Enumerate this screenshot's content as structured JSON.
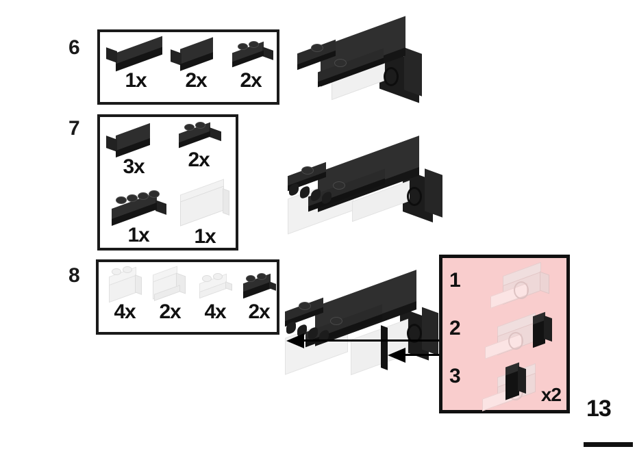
{
  "page": {
    "number": "13",
    "accent_pink": "#f9cdcd",
    "ink": "#111111",
    "background": "#ffffff"
  },
  "steps": [
    {
      "number": "6",
      "parts": [
        {
          "qty": "1x",
          "icon": "lego-tile-1x4-black",
          "color": "black"
        },
        {
          "qty": "2x",
          "icon": "lego-tile-2x2-black",
          "color": "black"
        },
        {
          "qty": "2x",
          "icon": "lego-hinge-plate-1x2-black",
          "color": "black"
        }
      ]
    },
    {
      "number": "7",
      "parts": [
        {
          "qty": "3x",
          "icon": "lego-tile-2x2-black",
          "color": "black"
        },
        {
          "qty": "2x",
          "icon": "lego-hinge-plate-1x2-black",
          "color": "black"
        },
        {
          "qty": "1x",
          "icon": "lego-hinge-plate-1x4-black",
          "color": "black"
        },
        {
          "qty": "1x",
          "icon": "lego-panel-1x4x1-transparent",
          "color": "transparent"
        }
      ]
    },
    {
      "number": "8",
      "parts": [
        {
          "qty": "4x",
          "icon": "lego-brick-1x2-transparent",
          "color": "transparent"
        },
        {
          "qty": "2x",
          "icon": "lego-panel-1x2x1-transparent",
          "color": "transparent"
        },
        {
          "qty": "4x",
          "icon": "lego-plate-1x2-transparent",
          "color": "transparent"
        },
        {
          "qty": "2x",
          "icon": "lego-plate-1x2-black",
          "color": "black"
        }
      ]
    }
  ],
  "models": [
    {
      "step": "6",
      "label": "assembly-model-step-6"
    },
    {
      "step": "7",
      "label": "assembly-model-step-7"
    },
    {
      "step": "8",
      "label": "assembly-model-step-8"
    }
  ],
  "callout": {
    "substeps": [
      "1",
      "2",
      "3"
    ],
    "multiplier": "x2"
  }
}
